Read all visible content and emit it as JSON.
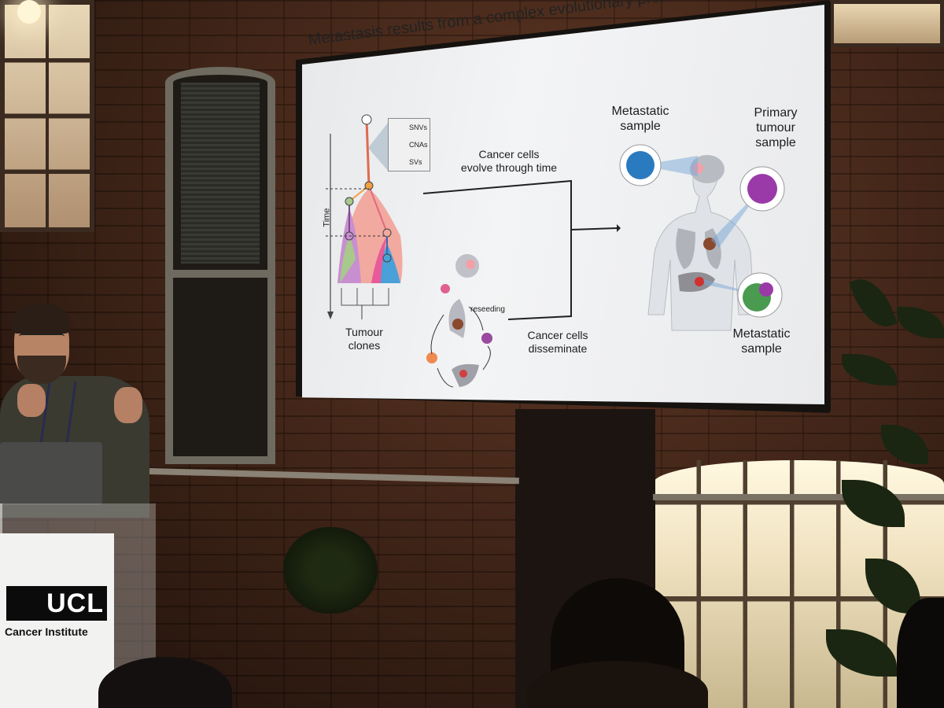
{
  "slide": {
    "title": "Metastasis results from a complex evolutionary process",
    "legend": {
      "snvs": "SNVs",
      "cnas": "CNAs",
      "svs": "SVs"
    },
    "time_axis_label": "Time",
    "tumour_clones_label": "Tumour\nclones",
    "evolve_label": "Cancer cells\nevolve through time",
    "disseminate_label": "Cancer cells\ndisseminate",
    "reseeding_label": "reseeding",
    "metastatic_sample_top": "Metastatic\nsample",
    "primary_sample": "Primary\ntumour\nsample",
    "metastatic_sample_bottom": "Metastatic\nsample"
  },
  "sign": {
    "logo_text": "UCL",
    "department": "Cancer Institute"
  }
}
